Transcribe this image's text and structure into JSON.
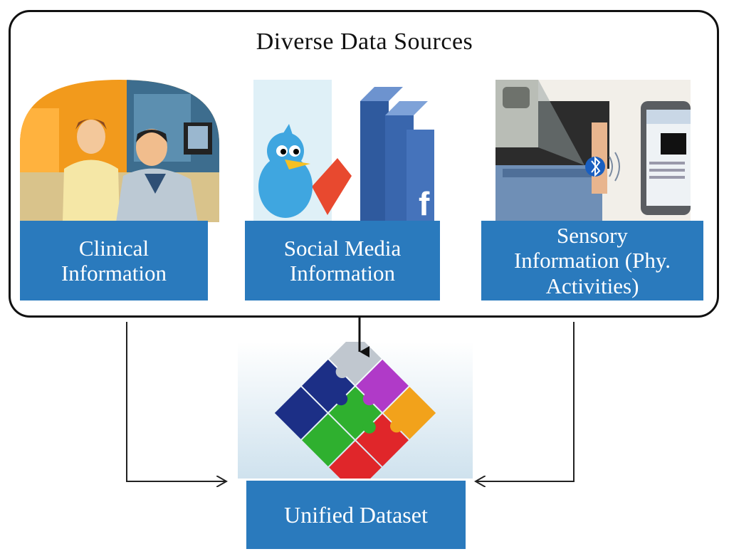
{
  "title": "Diverse Data Sources",
  "sources": [
    {
      "lines": [
        "Clinical",
        "Information"
      ]
    },
    {
      "lines": [
        "Social Media",
        "Information"
      ]
    },
    {
      "lines": [
        "Sensory",
        "Information (Phy.",
        "Activities)"
      ]
    }
  ],
  "target": {
    "label": "Unified Dataset"
  },
  "colors": {
    "label_bg": "#2a7abd",
    "label_text": "#ffffff",
    "frame": "#111111",
    "arrow": "#222222"
  },
  "icons": [
    "clinic-illustration",
    "twitter-bird-illustration",
    "facebook-logo-illustration",
    "sensor-person-illustration",
    "bluetooth-icon",
    "smartphone-illustration",
    "puzzle-cube-illustration"
  ]
}
